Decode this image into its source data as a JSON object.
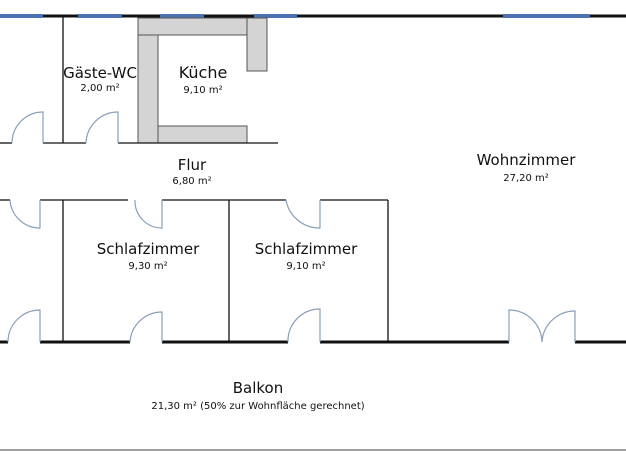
{
  "colors": {
    "wall": "#111111",
    "window": "#4a72b0",
    "counter": "#d4d4d4",
    "door": "#8a9fb8"
  },
  "rooms": {
    "guest_wc": {
      "name": "Gäste-WC",
      "area": "2,00 m²"
    },
    "kitchen": {
      "name": "Küche",
      "area": "9,10 m²"
    },
    "hallway": {
      "name": "Flur",
      "area": "6,80 m²"
    },
    "living": {
      "name": "Wohnzimmer",
      "area": "27,20 m²"
    },
    "bedroom1": {
      "name": "Schlafzimmer",
      "area": "9,30 m²"
    },
    "bedroom2": {
      "name": "Schlafzimmer",
      "area": "9,10 m²"
    },
    "balcony": {
      "name": "Balkon",
      "area": "21,30 m² (50% zur Wohnfläche gerechnet)"
    }
  }
}
